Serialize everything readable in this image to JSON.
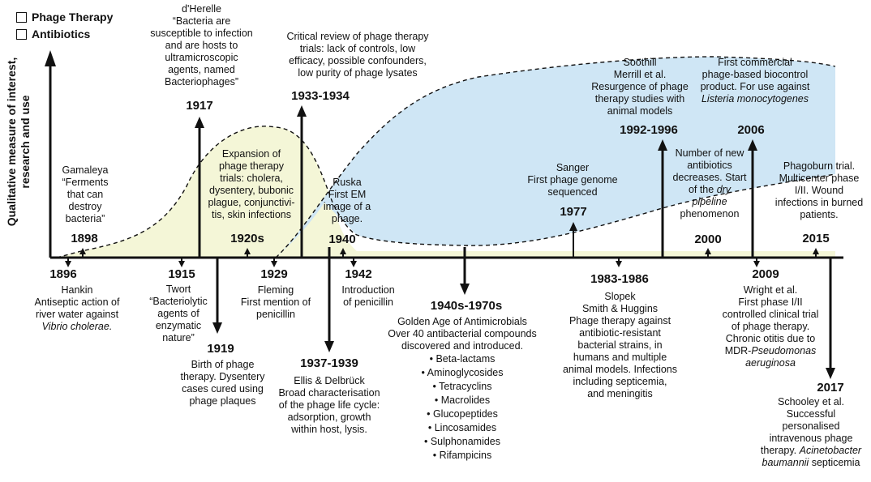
{
  "legend": {
    "phage": "Phage Therapy",
    "antibiotics": "Antibiotics"
  },
  "y_axis": {
    "line1": "Qualitative measure of interest,",
    "line2": "research and use"
  },
  "colors": {
    "phage_fill": "#f4f6d7",
    "antibiotic_fill": "#cfe6f5",
    "axis": "#111111"
  },
  "events": {
    "e1896": {
      "year": "1896",
      "l1": "Hankin",
      "l2": "Antiseptic action of",
      "l3": "river water against",
      "l4": "Vibrio cholerae."
    },
    "e1898": {
      "year": "1898",
      "l1": "Gamaleya",
      "l2": "“Ferments",
      "l3": "that can",
      "l4": "destroy",
      "l5": "bacteria”"
    },
    "e1915": {
      "year": "1915",
      "l1": "Twort",
      "l2": "“Bacteriolytic",
      "l3": "agents of",
      "l4": "enzymatic",
      "l5": "nature”"
    },
    "e1917": {
      "year": "1917",
      "l1": "d'Herelle",
      "l2": "“Bacteria are",
      "l3": "susceptible to infection",
      "l4": "and are hosts to",
      "l5": "ultramicroscopic",
      "l6": "agents, named",
      "l7": "Bacteriophages”"
    },
    "e1919": {
      "year": "1919",
      "l1": "Birth of phage",
      "l2": "therapy. Dysentery",
      "l3": "cases cured using",
      "l4": "phage plaques"
    },
    "e1920s": {
      "year": "1920s",
      "l1": "Expansion of",
      "l2": "phage therapy",
      "l3": "trials: cholera,",
      "l4": "dysentery, bubonic",
      "l5": "plague, conjunctivi-",
      "l6": "tis, skin infections"
    },
    "e1929": {
      "year": "1929",
      "l1": "Fleming",
      "l2": "First mention of",
      "l3": "penicillin"
    },
    "e1933": {
      "year": "1933-1934",
      "l1": "Critical review of phage therapy",
      "l2": "trials: lack of controls, low",
      "l3": "efficacy, possible confounders,",
      "l4": "low purity of phage lysates"
    },
    "e1937": {
      "year": "1937-1939",
      "l1": "Ellis & Delbrück",
      "l2": "Broad characterisation",
      "l3": "of the phage life cycle:",
      "l4": "adsorption, growth",
      "l5": "within host, lysis."
    },
    "e1940": {
      "year": "1940",
      "l1": "Ruska",
      "l2": "First EM",
      "l3": "image of a",
      "l4": "phage."
    },
    "e1942": {
      "year": "1942",
      "l1": "Introduction",
      "l2": "of penicillin"
    },
    "e1940s": {
      "year": "1940s-1970s",
      "l1": "Golden Age of Antimicrobials",
      "l2": "Over 40 antibacterial compounds",
      "l3": "discovered and introduced.",
      "items": [
        "• Beta-lactams",
        "• Aminoglycosides",
        "• Tetracyclins",
        "• Macrolides",
        "• Glucopeptides",
        "• Lincosamides",
        "• Sulphonamides",
        "• Rifampicins"
      ]
    },
    "e1977": {
      "year": "1977",
      "l1": "Sanger",
      "l2": "First phage genome",
      "l3": "sequenced"
    },
    "e1983": {
      "year": "1983-1986",
      "l1": "Slopek",
      "l2": "Smith & Huggins",
      "l3": "Phage therapy against",
      "l4": "antibiotic-resistant",
      "l5": "bacterial strains, in",
      "l6": "humans and multiple",
      "l7": "animal models. Infections",
      "l8": "including septicemia,",
      "l9": "and meningitis"
    },
    "e1992": {
      "year": "1992-1996",
      "l1": "Soothill",
      "l2": "Merrill et al.",
      "l3": "Resurgence of phage",
      "l4": "therapy studies with",
      "l5": "animal models"
    },
    "e2000": {
      "year": "2000",
      "l1": "Number of new",
      "l2": "antibiotics",
      "l3a": "decreases. Start",
      "l4a": "of the ",
      "l4b": "dry",
      "l5a": "pipeline",
      "l6": "phenomenon"
    },
    "e2006": {
      "year": "2006",
      "l1": "First commercial",
      "l2": "phage-based biocontrol",
      "l3": "product. For use against",
      "l4": "Listeria monocytogenes"
    },
    "e2009": {
      "year": "2009",
      "l1": "Wright et al.",
      "l2": "First phase I/II",
      "l3": "controlled clinical trial",
      "l4": "of phage therapy.",
      "l5": "Chronic otitis due to",
      "l6a": "MDR-",
      "l6b": "Pseudomonas",
      "l7": "aeruginosa"
    },
    "e2015": {
      "year": "2015",
      "l1": "Phagoburn trial.",
      "l2": "Multicenter phase",
      "l3": "I/II. Wound",
      "l4": "infections in burned",
      "l5": "patients."
    },
    "e2017": {
      "year": "2017",
      "l1": "Schooley et al.",
      "l2": "Successful",
      "l3": "personalised",
      "l4": "intravenous phage",
      "l5a": "therapy. ",
      "l5b": "Acinetobacter",
      "l6a": "baumannii",
      "l6b": " septicemia"
    }
  }
}
